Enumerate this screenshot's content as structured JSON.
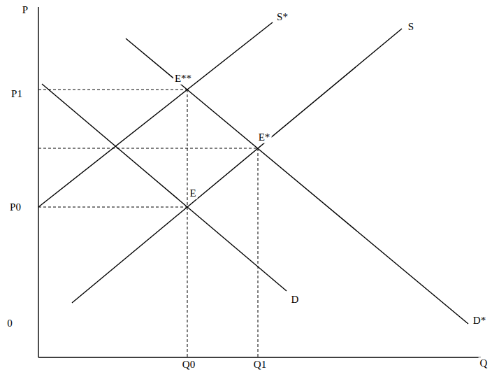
{
  "diagram": {
    "labels": [
      "P",
      "P1",
      "P0",
      "0",
      "S*",
      "S",
      "E**",
      "E*",
      "E",
      "D*",
      "D",
      "Q0",
      "Q1",
      "Q"
    ]
  }
}
